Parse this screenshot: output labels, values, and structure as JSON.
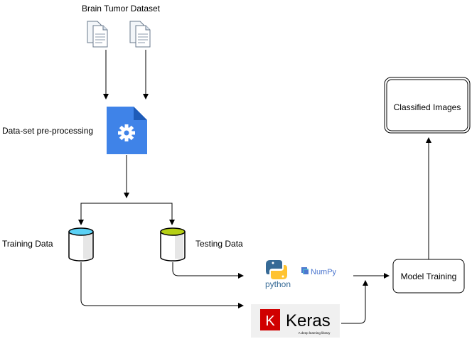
{
  "labels": {
    "dataset": "Brain Tumor Dataset",
    "preprocessing": "Data-set pre-processing",
    "training_data": "Training Data",
    "testing_data": "Testing Data",
    "classified_images": "Classified Images",
    "model_training": "Model Training"
  },
  "logos": {
    "python": "python",
    "numpy": "NumPy",
    "keras_letter": "K",
    "keras_name": "Keras",
    "keras_tagline": "A deep learning library"
  },
  "icons": {
    "dataset": "document-stack-icon",
    "preprocessing": "gear-document-icon",
    "storage": "database-cylinder-icon"
  },
  "colors": {
    "preprocess_blue": "#3f83e8",
    "training_cylinder_top": "#5bd1f5",
    "testing_cylinder_top": "#b5cf14",
    "keras_red": "#d00000",
    "python_blue": "#366a96",
    "python_yellow": "#ffc331"
  }
}
